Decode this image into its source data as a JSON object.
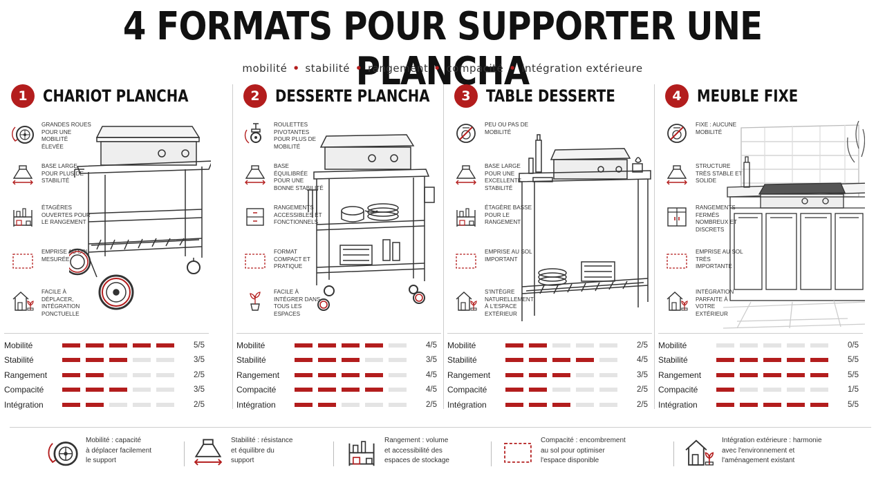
{
  "title": "4 FORMATS POUR SUPPORTER UNE PLANCHA",
  "subtitle": [
    "mobilité",
    "stabilité",
    "rangement",
    "compacité",
    "intégration extérieure"
  ],
  "subtitle_separator": "•",
  "accent_color": "#b31d1d",
  "columns": [
    {
      "number": "1",
      "name": "CHARIOT PLANCHA",
      "features": [
        {
          "icon": "wheel-icon",
          "text": "GRANDES ROUES POUR UNE MOBILITÉ ÉLEVÉE"
        },
        {
          "icon": "wide-base-icon",
          "text": "BASE LARGE POUR PLUS DE STABILITÉ"
        },
        {
          "icon": "shelves-icon",
          "text": "ÉTAGÈRES OUVERTES POUR LE RANGEMENT"
        },
        {
          "icon": "footprint-icon",
          "text": "EMPRISE AU SOL MESURÉE"
        },
        {
          "icon": "house-garden-icon",
          "text": "FACILE À DÉPLACER, INTÉGRATION PONCTUELLE"
        }
      ],
      "scores": [
        {
          "label": "Mobilité",
          "value": 5,
          "text": "5/5"
        },
        {
          "label": "Stabilité",
          "value": 3,
          "text": "3/5"
        },
        {
          "label": "Rangement",
          "value": 2,
          "text": "2/5"
        },
        {
          "label": "Compacité",
          "value": 3,
          "text": "3/5"
        },
        {
          "label": "Intégration",
          "value": 2,
          "text": "2/5"
        }
      ]
    },
    {
      "number": "2",
      "name": "DESSERTE PLANCHA",
      "features": [
        {
          "icon": "caster-icon",
          "text": "ROULETTES PIVOTANTES POUR PLUS DE MOBILITÉ"
        },
        {
          "icon": "wide-base-icon",
          "text": "BASE ÉQUILIBRÉE POUR UNE BONNE STABILITÉ"
        },
        {
          "icon": "drawer-icon",
          "text": "RANGEMENTS ACCESSIBLES ET FONCTIONNELS"
        },
        {
          "icon": "footprint-icon",
          "text": "FORMAT COMPACT ET PRATIQUE"
        },
        {
          "icon": "plant-icon",
          "text": "FACILE À INTÉGRER DANS TOUS LES ESPACES"
        }
      ],
      "scores": [
        {
          "label": "Mobilité",
          "value": 4,
          "text": "4/5"
        },
        {
          "label": "Stabilité",
          "value": 3,
          "text": "3/5"
        },
        {
          "label": "Rangement",
          "value": 4,
          "text": "4/5"
        },
        {
          "label": "Compacité",
          "value": 4,
          "text": "4/5"
        },
        {
          "label": "Intégration",
          "value": 2,
          "text": "2/5"
        }
      ]
    },
    {
      "number": "3",
      "name": "TABLE DESSERTE",
      "features": [
        {
          "icon": "no-wheel-icon",
          "text": "PEU OU PAS DE MOBILITÉ"
        },
        {
          "icon": "wide-base-icon",
          "text": "BASE LARGE POUR UNE EXCELLENTE STABILITÉ"
        },
        {
          "icon": "shelves-icon",
          "text": "ÉTAGÈRE BASSE POUR LE RANGEMENT"
        },
        {
          "icon": "footprint-icon",
          "text": "EMPRISE AU SOL IMPORTANT"
        },
        {
          "icon": "house-garden-icon",
          "text": "S'INTÈGRE NATURELLEMENT À L'ESPACE EXTÉRIEUR"
        }
      ],
      "scores": [
        {
          "label": "Mobilité",
          "value": 2,
          "text": "2/5"
        },
        {
          "label": "Stabilité",
          "value": 4,
          "text": "4/5"
        },
        {
          "label": "Rangement",
          "value": 3,
          "text": "3/5"
        },
        {
          "label": "Compacité",
          "value": 2,
          "text": "2/5"
        },
        {
          "label": "Intégration",
          "value": 3,
          "text": "2/5"
        }
      ]
    },
    {
      "number": "4",
      "name": "MEUBLE FIXE",
      "features": [
        {
          "icon": "no-wheel-icon",
          "text": "FIXE : AUCUNE MOBILITÉ"
        },
        {
          "icon": "wide-base-icon",
          "text": "STRUCTURE TRÈS STABLE ET SOLIDE"
        },
        {
          "icon": "cabinet-icon",
          "text": "RANGEMENTS FERMÉS NOMBREUX ET DISCRETS"
        },
        {
          "icon": "footprint-icon",
          "text": "EMPRISE AU SOL TRÈS IMPORTANTE"
        },
        {
          "icon": "house-garden-icon",
          "text": "INTÉGRATION PARFAITE À VOTRE EXTÉRIEUR"
        }
      ],
      "scores": [
        {
          "label": "Mobilité",
          "value": 0,
          "text": "0/5"
        },
        {
          "label": "Stabilité",
          "value": 5,
          "text": "5/5"
        },
        {
          "label": "Rangement",
          "value": 5,
          "text": "5/5"
        },
        {
          "label": "Compacité",
          "value": 1,
          "text": "1/5"
        },
        {
          "label": "Intégration",
          "value": 5,
          "text": "5/5"
        }
      ]
    }
  ],
  "legend": [
    {
      "icon": "wheel-icon",
      "lines": [
        "Mobilité : capacité",
        "à déplacer facilement",
        "le support"
      ]
    },
    {
      "icon": "wide-base-icon",
      "lines": [
        "Stabilité : résistance",
        "et équilibre du",
        "support"
      ]
    },
    {
      "icon": "shelves-icon",
      "lines": [
        "Rangement : volume",
        "et accessibilité des",
        "espaces de stockage"
      ]
    },
    {
      "icon": "footprint-icon",
      "lines": [
        "Compacité : encombrement",
        "au sol pour optimiser",
        "l'espace disponible"
      ]
    },
    {
      "icon": "house-garden-icon",
      "lines": [
        "Intégration extérieure : harmonie",
        "avec l'environnement et",
        "l'aménagement existant"
      ]
    }
  ]
}
